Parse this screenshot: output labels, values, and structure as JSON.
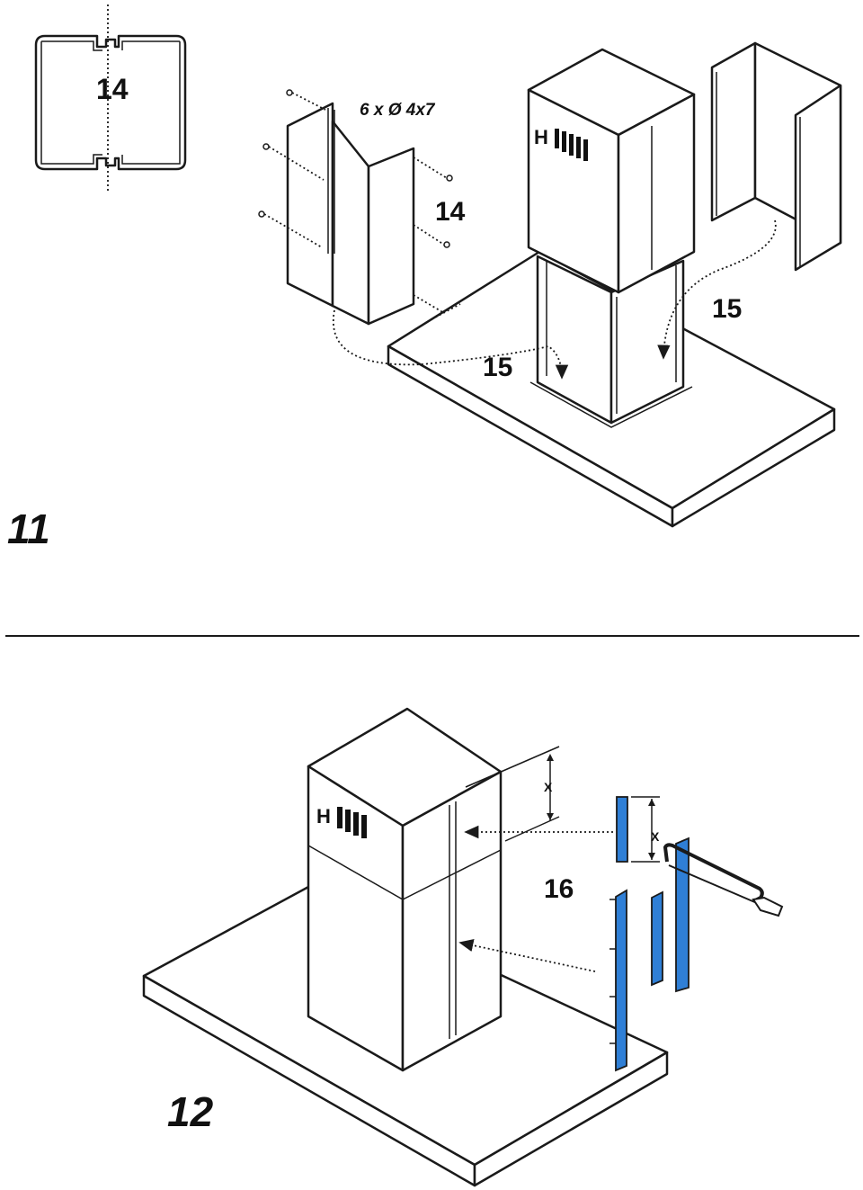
{
  "figure11": {
    "number": "11",
    "detail_label": "14",
    "screws_label": "6 x Ø 4x7",
    "panel_label": "14",
    "step_label_left": "15",
    "step_label_right": "15",
    "marking_front": "H"
  },
  "figure12": {
    "number": "12",
    "marking_front": "H",
    "strip_label": "16",
    "dimension_top": "X",
    "dimension_strip": "X"
  },
  "colors": {
    "strip": "#2f7fd6",
    "line": "#1a1a1a"
  }
}
